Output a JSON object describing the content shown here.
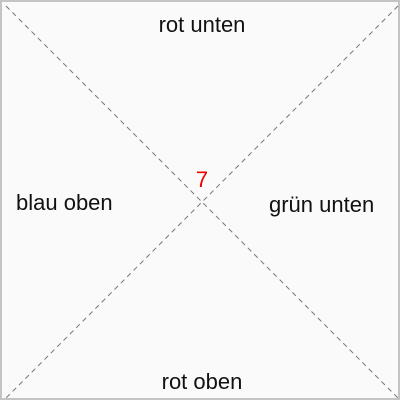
{
  "center_value": "7",
  "colors": {
    "center_value": "#ee0000",
    "text": "#111111",
    "background": "#fafafa",
    "border": "#c4c4c4",
    "diagonal": "#777777"
  },
  "zones": {
    "top": "rot unten",
    "bottom": "rot oben",
    "left": "blau oben",
    "right": "grün unten"
  }
}
